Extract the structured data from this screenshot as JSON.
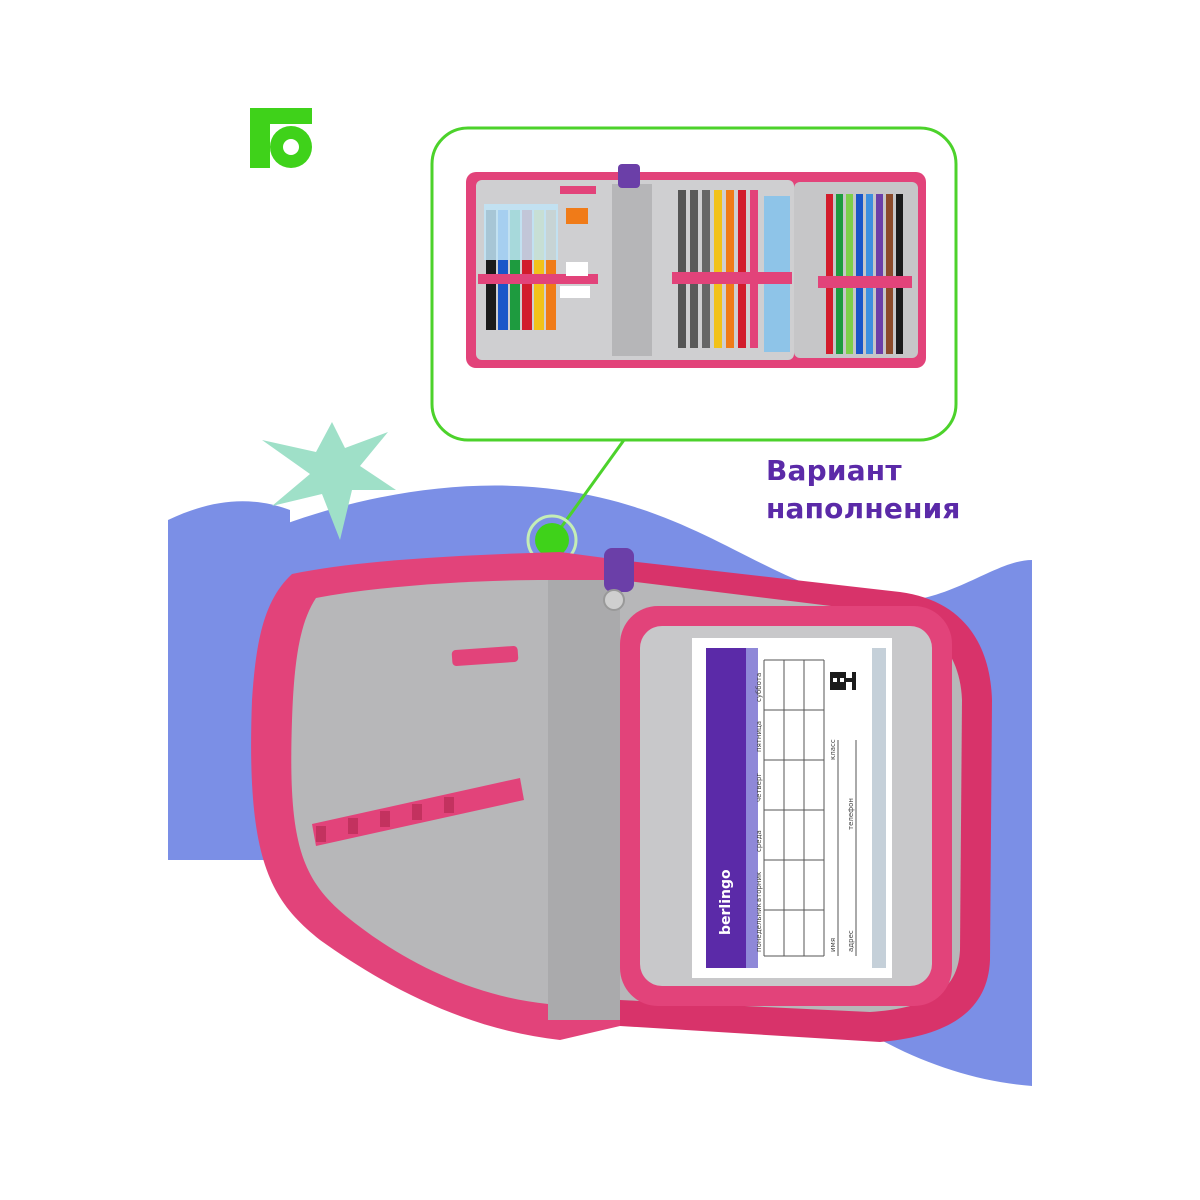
{
  "caption": {
    "line1": "Вариант",
    "line2": "наполнения"
  },
  "card": {
    "brand": "berlingo",
    "days": [
      "понедельник",
      "вторник",
      "среда",
      "четверг",
      "пятница",
      "суббота"
    ],
    "fields": [
      "имя",
      "адрес",
      "телефон",
      "класс"
    ]
  },
  "colors": {
    "brand_green": "#3fd21a",
    "accent_purple": "#5b2aa8",
    "wave_blue": "#7b8fe6",
    "star_mint": "#9fe0c8",
    "case_pink": "#e2437a",
    "lining_gray": "#b4b4b6"
  },
  "icons": {
    "logo": "berlingo-logo-icon",
    "star": "star-shape-icon",
    "callout": "callout-dot-icon"
  }
}
